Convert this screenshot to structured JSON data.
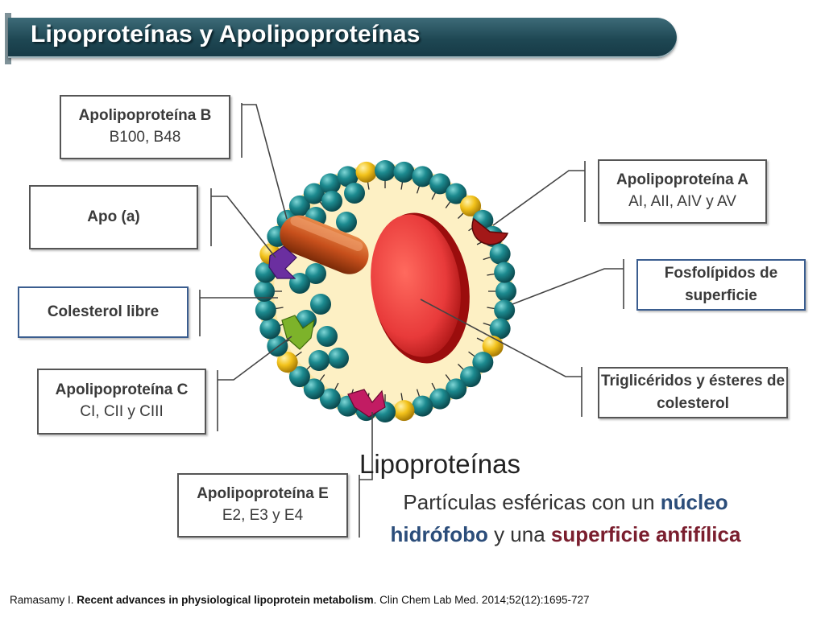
{
  "title": "Lipoproteínas y Apolipoproteínas",
  "labels": {
    "apob": {
      "title": "Apolipoproteína B",
      "sub": "B100, B48"
    },
    "apoa_small": {
      "title": "Apo (a)"
    },
    "colesterol": {
      "title": "Colesterol libre"
    },
    "apoc": {
      "title": "Apolipoproteína C",
      "sub": "CI, CII y CIII"
    },
    "apoe": {
      "title": "Apolipoproteína E",
      "sub": "E2, E3 y E4"
    },
    "apoa": {
      "title": "Apolipoproteína A",
      "sub": "AI, AII, AIV y AV"
    },
    "fosfolipidos": {
      "title": "Fosfolípidos de superficie"
    },
    "trigliceridos": {
      "title": "Triglicéridos y ésteres de colesterol"
    }
  },
  "lipoproteinas": {
    "heading": "Lipoproteínas",
    "desc_part1": "Partículas esféricas con un ",
    "desc_nucleo": "núcleo hidrófobo",
    "desc_part2": " y una ",
    "desc_superficie": "superficie anfifílica"
  },
  "citation": {
    "authors": "Ramasamy I. ",
    "article": "Recent advances in physiological lipoprotein metabolism",
    "journal": ". Clin Chem Lab Med. 2014;52(12):1695-727"
  },
  "colors": {
    "title_bar": "#1e4753",
    "phospholipid_head": "#1c8a8f",
    "cholesterol": "#f2c21b",
    "core": "#e83a3a",
    "shell": "#fbe6a3",
    "apob": "#c8501c",
    "apoa": "#a31818",
    "apoa_small": "#6b2fa0",
    "apoc": "#7db32a",
    "apoe": "#c21c63",
    "nucleo_text": "#2b4d7a",
    "superficie_text": "#7a1e2e"
  }
}
